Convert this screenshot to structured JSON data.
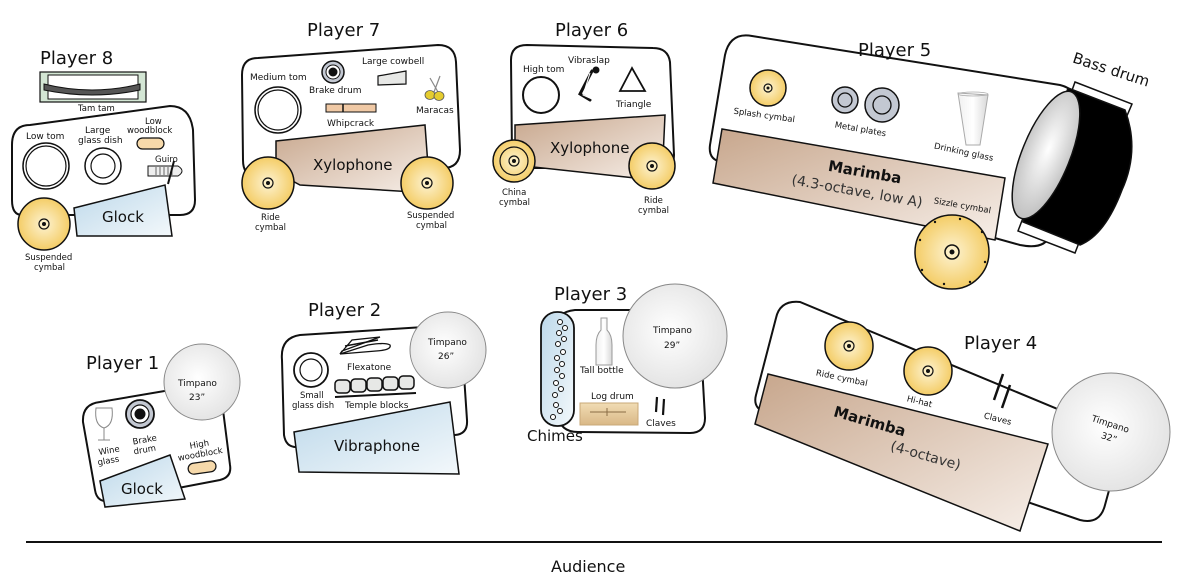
{
  "colors": {
    "cymbal": "#f3c95c",
    "cymbal_light": "#fdf3d2",
    "wood": "#c7a68c",
    "wood_light": "#f7efe9",
    "glock": "#bcd8ea",
    "glock_light": "#f3f8fb",
    "timpani": "#ececec",
    "tamtam": "#d3e6d4",
    "block": "#f6d9aa",
    "plate": "#c3c8d2",
    "cowbell": "#e7e8e6",
    "whip": "#f0c9a5",
    "bassdrum": "#000000"
  },
  "players": {
    "p8": {
      "title": "Player 8",
      "tam_tam": "Tam tam",
      "low_tom": "Low tom",
      "glass_dish_1": "Large",
      "glass_dish_2": "glass dish",
      "woodblock_1": "Low",
      "woodblock_2": "woodblock",
      "guiro": "Guiro",
      "glock": "Glock",
      "cymbal_1": "Suspended",
      "cymbal_2": "cymbal"
    },
    "p7": {
      "title": "Player 7",
      "medium_tom": "Medium tom",
      "brake_drum": "Brake drum",
      "cowbell": "Large cowbell",
      "maracas": "Maracas",
      "whipcrack": "Whipcrack",
      "xylophone": "Xylophone",
      "ride_1": "Ride",
      "ride_2": "cymbal",
      "susp_1": "Suspended",
      "susp_2": "cymbal"
    },
    "p6": {
      "title": "Player 6",
      "high_tom": "High tom",
      "vibraslap": "Vibraslap",
      "triangle": "Triangle",
      "xylophone": "Xylophone",
      "china_1": "China",
      "china_2": "cymbal",
      "ride_1": "Ride",
      "ride_2": "cymbal"
    },
    "p5": {
      "title": "Player 5",
      "splash": "Splash cymbal",
      "plates": "Metal plates",
      "glass": "Drinking glass",
      "marimba": "Marimba",
      "marimba_range": "(4.3-octave, low A)",
      "sizzle": "Sizzle cymbal",
      "bass_drum": "Bass drum"
    },
    "p1": {
      "title": "Player 1",
      "wine_1": "Wine",
      "wine_2": "glass",
      "brake_1": "Brake",
      "brake_2": "drum",
      "wb_1": "High",
      "wb_2": "woodblock",
      "glock": "Glock",
      "timpano_1": "Timpano",
      "timpano_2": "23”"
    },
    "p2": {
      "title": "Player 2",
      "flexatone": "Flexatone",
      "dish_1": "Small",
      "dish_2": "glass dish",
      "temple": "Temple blocks",
      "vibraphone": "Vibraphone",
      "timpano_1": "Timpano",
      "timpano_2": "26”"
    },
    "p3": {
      "title": "Player 3",
      "bottle": "Tall bottle",
      "log_drum": "Log drum",
      "claves": "Claves",
      "chimes": "Chimes",
      "timpano_1": "Timpano",
      "timpano_2": "29”"
    },
    "p4": {
      "title": "Player 4",
      "ride": "Ride cymbal",
      "hihat": "Hi-hat",
      "claves": "Claves",
      "marimba": "Marimba",
      "marimba_range": "(4-octave)",
      "timpano_1": "Timpano",
      "timpano_2": "32”"
    }
  },
  "audience": "Audience"
}
